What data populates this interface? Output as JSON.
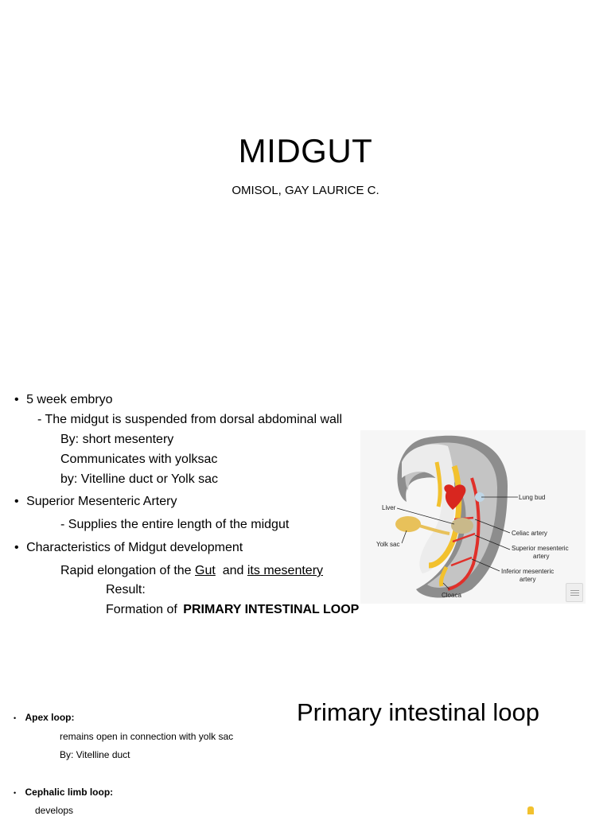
{
  "slide1": {
    "title": "MIDGUT",
    "author": "OMISOL, GAY LAURICE C."
  },
  "slide2": {
    "bullet1": "5 week embryo",
    "line_suspended": "- The midgut is suspended from dorsal abdominal wall",
    "line_by_mesentery": "By: short mesentery",
    "line_communicates": "Communicates with yolksac",
    "line_by_vitelline": "by: Vitelline duct or Yolk sac",
    "bullet2": "Superior Mesenteric Artery",
    "line_supplies": "- Supplies the entire length of the midgut",
    "bullet3": "Characteristics of Midgut development",
    "rapid_prefix": "Rapid elongation of the",
    "rapid_gut": "Gut",
    "rapid_and": "and",
    "rapid_mesentery": "its mesentery",
    "result": "Result:",
    "formation_prefix": "Formation of",
    "formation_bold": "PRIMARY INTESTINAL LOOP",
    "diagram_labels": {
      "lung_bud": "Lung bud",
      "liver": "Liver",
      "celiac": "Celiac artery",
      "yolk_sac": "Yolk sac",
      "sup_mes_1": "Superior mesenteric",
      "sup_mes_2": "artery",
      "inf_mes_1": "Inferior mesenteric",
      "inf_mes_2": "artery",
      "cloaca": "Cloaca"
    }
  },
  "slide3": {
    "title": "Primary intestinal loop",
    "apex_loop": "Apex loop:",
    "apex_line1": "remains open in connection with yolk sac",
    "apex_line2": "By: Vitelline duct",
    "cephalic": "Cephalic limb loop:",
    "develops": "develops"
  },
  "colors": {
    "background": "#ffffff",
    "text": "#000000",
    "artery_red": "#e0302a",
    "yellow_gut": "#f2c12e",
    "embryo_gray": "#9b9b9b"
  }
}
